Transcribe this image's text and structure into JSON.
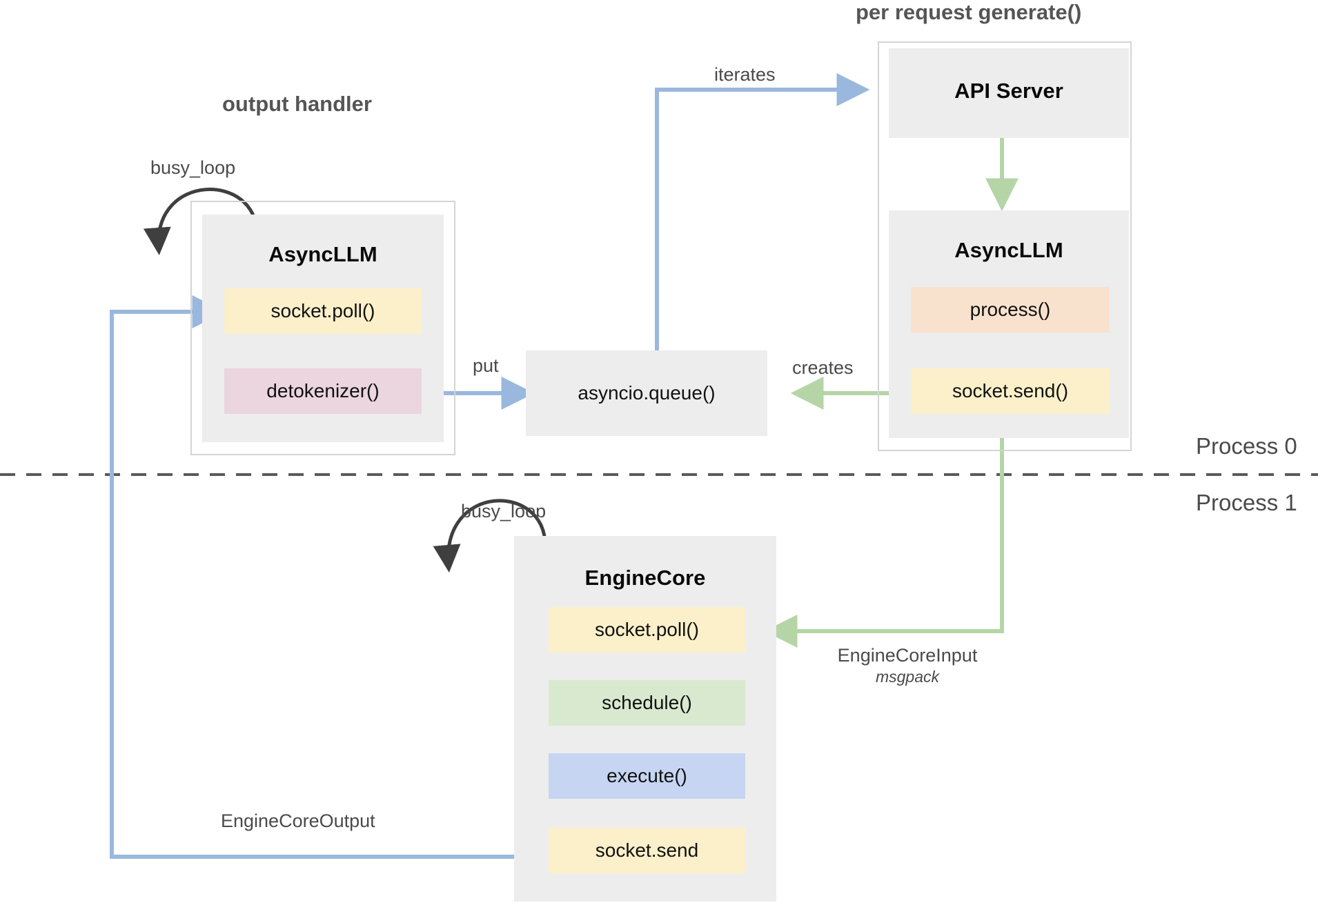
{
  "diagram": {
    "title_groups": [
      {
        "name": "output-handler",
        "label": "output handler"
      },
      {
        "name": "per-request-generate",
        "label": "per request generate()"
      }
    ],
    "process_labels": {
      "top": "Process 0",
      "bottom": "Process 1"
    },
    "components": {
      "async_llm_left": {
        "title": "AsyncLLM",
        "rows": [
          {
            "label": "socket.poll()",
            "color": "#fbf0ca"
          },
          {
            "label": "detokenizer()",
            "color": "#ebd5de"
          }
        ]
      },
      "api_server": {
        "title": "API Server",
        "rows": []
      },
      "async_llm_right": {
        "title": "AsyncLLM",
        "rows": [
          {
            "label": "process()",
            "color": "#f8e2ce"
          },
          {
            "label": "socket.send()",
            "color": "#fbf0ca"
          }
        ]
      },
      "asyncio_queue": {
        "title": "asyncio.queue()",
        "rows": []
      },
      "engine_core": {
        "title": "EngineCore",
        "rows": [
          {
            "label": "socket.poll()",
            "color": "#fbf0ca"
          },
          {
            "label": "schedule()",
            "color": "#d8e9d0"
          },
          {
            "label": "execute()",
            "color": "#c6d5f2"
          },
          {
            "label": "socket.send",
            "color": "#fbf0ca"
          }
        ]
      }
    },
    "edges": [
      {
        "name": "iterates",
        "label": "iterates",
        "color": "#9ab8dd"
      },
      {
        "name": "put",
        "label": "put",
        "color": "#9ab8dd"
      },
      {
        "name": "creates",
        "label": "creates",
        "color": "#b5d5a7"
      },
      {
        "name": "busy-loop-left",
        "label": "busy_loop",
        "color": "#3f3f3f"
      },
      {
        "name": "busy-loop-engine",
        "label": "busy_loop",
        "color": "#3f3f3f"
      },
      {
        "name": "engine-core-input",
        "label": "EngineCoreInput",
        "sublabel": "msgpack",
        "color": "#b5d5a7"
      },
      {
        "name": "engine-core-output",
        "label": "EngineCoreOutput",
        "color": "#9ab8dd"
      }
    ],
    "colors": {
      "blue_arrow": "#9ab8dd",
      "green_arrow": "#b5d5a7",
      "dark_arrow": "#3f3f3f",
      "panel_grey": "#ededed",
      "outline_grey": "#d4d4d4",
      "divider": "#5a5a5a",
      "yellow": "#fbf0ca",
      "pink": "#ebd5de",
      "peach": "#f8e2ce",
      "green": "#d8e9d0",
      "blue": "#c6d5f2"
    }
  }
}
